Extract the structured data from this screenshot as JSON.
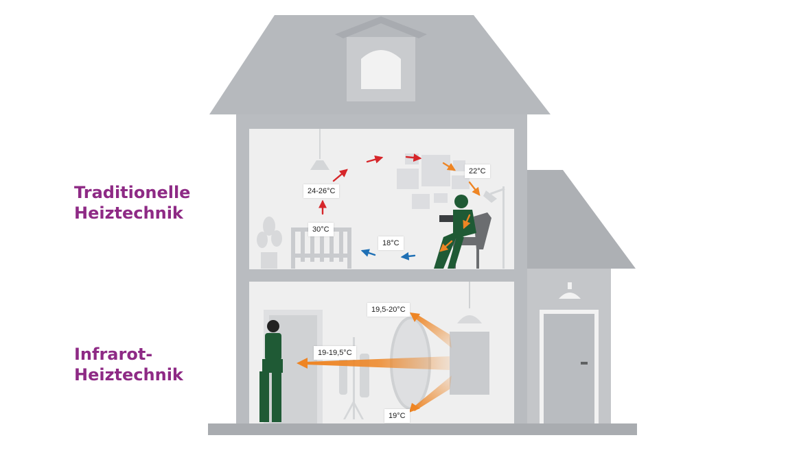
{
  "labels": {
    "traditional": {
      "line1": "Traditionelle",
      "line2": "Heiztechnik"
    },
    "infrared": {
      "line1": "Infrarot-",
      "line2": "Heiztechnik"
    }
  },
  "temperatures": {
    "radiator": "30°C",
    "rising": "24-26°C",
    "ceiling_corner": "22°C",
    "floor_return": "18°C",
    "ir_up": "19,5-20°C",
    "ir_mid": "19-19,5°C",
    "ir_down": "19°C"
  },
  "colors": {
    "house": "#b9bcc0",
    "room": "#efefef",
    "hot": "#d6262a",
    "warm": "#ee8524",
    "cold": "#1f70b5",
    "person": "#1f5a35",
    "label": "#8e2a85"
  }
}
